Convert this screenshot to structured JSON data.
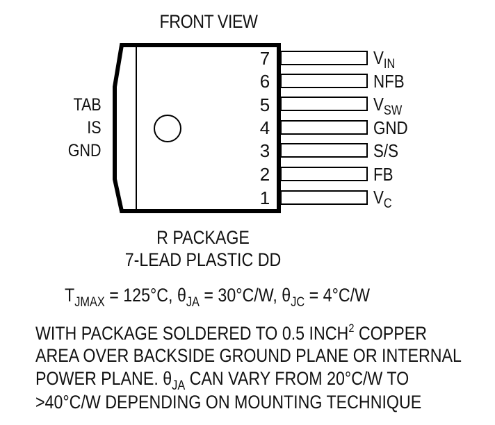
{
  "diagram": {
    "title": "FRONT VIEW",
    "tab_label": [
      "TAB",
      "IS",
      "GND"
    ],
    "pins": [
      {
        "number": "7",
        "name": "V",
        "sub": "IN"
      },
      {
        "number": "6",
        "name": "NFB",
        "sub": ""
      },
      {
        "number": "5",
        "name": "V",
        "sub": "SW"
      },
      {
        "number": "4",
        "name": "GND",
        "sub": ""
      },
      {
        "number": "3",
        "name": "S/S",
        "sub": ""
      },
      {
        "number": "2",
        "name": "FB",
        "sub": ""
      },
      {
        "number": "1",
        "name": "V",
        "sub": "C"
      }
    ],
    "package_name": "R PACKAGE",
    "package_desc": "7-LEAD PLASTIC DD",
    "thermal": {
      "tj_symbol": "T",
      "tj_sub": "JMAX",
      "tj_value": " = 125°C, ",
      "theta_ja_symbol": "θ",
      "theta_ja_sub": "JA",
      "theta_ja_value": " = 30°C/W, ",
      "theta_jc_symbol": "θ",
      "theta_jc_sub": "JC",
      "theta_jc_value": " = 4°C/W"
    },
    "note": {
      "line1_a": "WITH PACKAGE SOLDERED TO 0.5 INCH",
      "line1_sup": "2",
      "line1_b": " COPPER",
      "line2": "AREA OVER BACKSIDE GROUND PLANE OR INTERNAL",
      "line3_a": "POWER PLANE. ",
      "line3_theta": "θ",
      "line3_sub": "JA",
      "line3_b": " CAN VARY FROM 20°C/W TO",
      "line4": ">40°C/W DEPENDING ON MOUNTING TECHNIQUE"
    },
    "colors": {
      "line": "#000000",
      "background": "#ffffff"
    }
  }
}
